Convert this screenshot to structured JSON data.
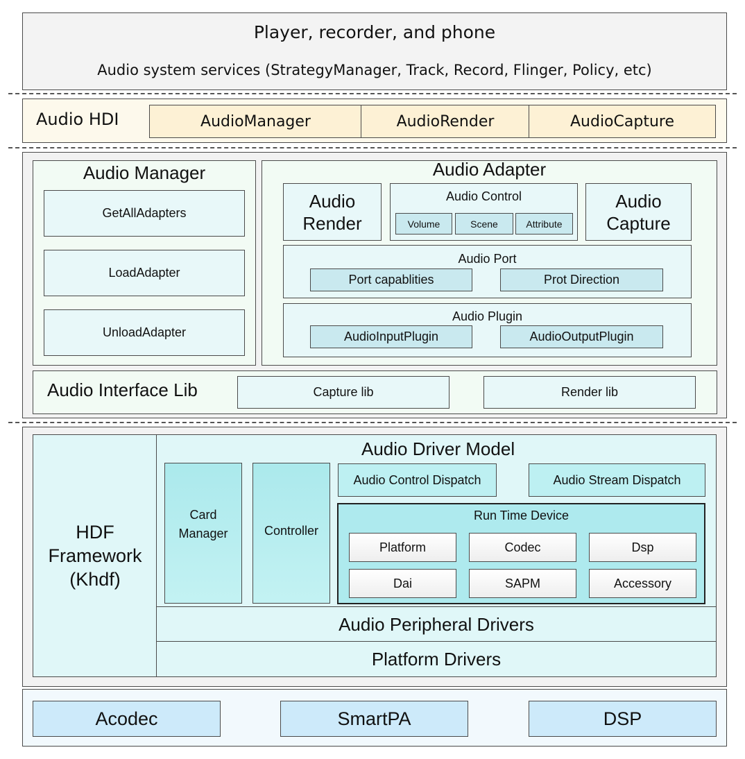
{
  "layers": {
    "app": {
      "title": "Player, recorder, and phone"
    },
    "services": {
      "title": "Audio system services (StrategyManager, Track, Record, Flinger, Policy, etc)"
    },
    "hdi": {
      "title": "Audio HDI",
      "items": [
        "AudioManager",
        "AudioRender",
        "AudioCapture"
      ]
    },
    "adapter_layer": {
      "audio_manager": {
        "title": "Audio Manager",
        "items": [
          "GetAllAdapters",
          "LoadAdapter",
          "UnloadAdapter"
        ]
      },
      "audio_adapter": {
        "title": "Audio Adapter",
        "render": "Audio\nRender",
        "control": {
          "title": "Audio Control",
          "items": [
            "Volume",
            "Scene",
            "Attribute"
          ]
        },
        "capture": "Audio\nCapture",
        "port": {
          "title": "Audio Port",
          "items": [
            "Port capablities",
            "Prot Direction"
          ]
        },
        "plugin": {
          "title": "Audio Plugin",
          "items": [
            "AudioInputPlugin",
            "AudioOutputPlugin"
          ]
        }
      },
      "interface_lib": {
        "title": "Audio Interface Lib",
        "items": [
          "Capture lib",
          "Render lib"
        ]
      }
    },
    "driver": {
      "hdf": "HDF\nFramework\n(Khdf)",
      "model_title": "Audio Driver Model",
      "card_manager": "Card\nManager",
      "controller": "Controller",
      "control_dispatch": "Audio Control Dispatch",
      "stream_dispatch": "Audio Stream Dispatch",
      "runtime": {
        "title": "Run Time Device",
        "items": [
          "Platform",
          "Codec",
          "Dsp",
          "Dai",
          "SAPM",
          "Accessory"
        ]
      },
      "peripheral": "Audio Peripheral Drivers",
      "platform": "Platform Drivers"
    },
    "hardware": {
      "items": [
        "Acodec",
        "SmartPA",
        "DSP"
      ]
    }
  }
}
